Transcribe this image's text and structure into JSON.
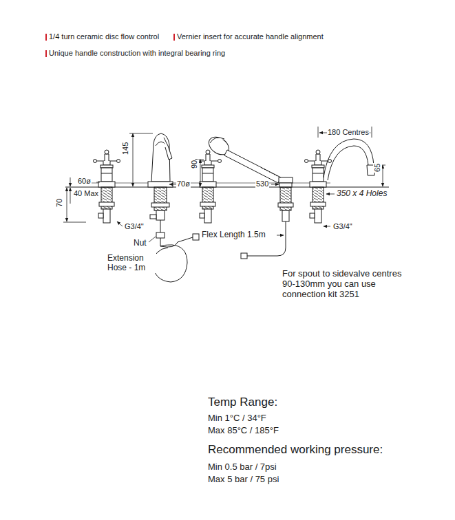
{
  "diagram": {
    "labels": [
      "1/4 turn ceramic disc flow control",
      "Vernier insert for accurate handle alignment",
      "Unique handle construction with integral bearing ring",
      "180 Centres",
      "145",
      "90",
      "65",
      "70",
      "60ø",
      "40 Max",
      "70ø",
      "530",
      "350 x 4 Holes",
      "G3/4\"",
      "G3/4\"",
      "Nut",
      "Extension Hose - 1m",
      "Flex Length 1.5m",
      "For spout to sidevalve centres 90-130mm you can use connection kit 3251",
      "Temp Range:",
      "Min 1°C / 34°F",
      "Max  85°C / 185°F",
      "Recommended working pressure:",
      "Min 0.5 bar / 7psi",
      "Max 5 bar / 75 psi"
    ]
  }
}
